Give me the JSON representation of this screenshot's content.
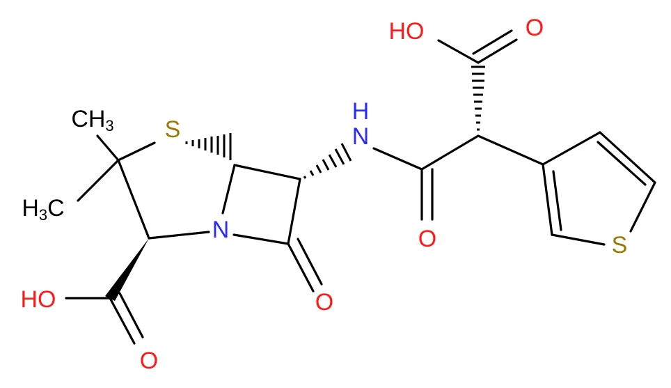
{
  "molecule": {
    "atoms": {
      "S1": "S",
      "N1": "N",
      "O_lactam": "O",
      "NH": "N",
      "H_NH": "H",
      "O_amide": "O",
      "O_acid1_carbonyl": "O",
      "OH_acid1": "HO",
      "O_acid2_carbonyl": "O",
      "OH_acid2": "HO",
      "S_thiophene": "S",
      "CH3_upper_base": "CH",
      "CH3_upper_sub": "3",
      "CH3_lower_H": "H",
      "CH3_lower_sub": "3",
      "CH3_lower_C": "C"
    },
    "colors": {
      "carbon": "#000000",
      "sulfur": "#9a7a00",
      "nitrogen": "#2b2bff",
      "oxygen": "#ff1a1a"
    }
  }
}
